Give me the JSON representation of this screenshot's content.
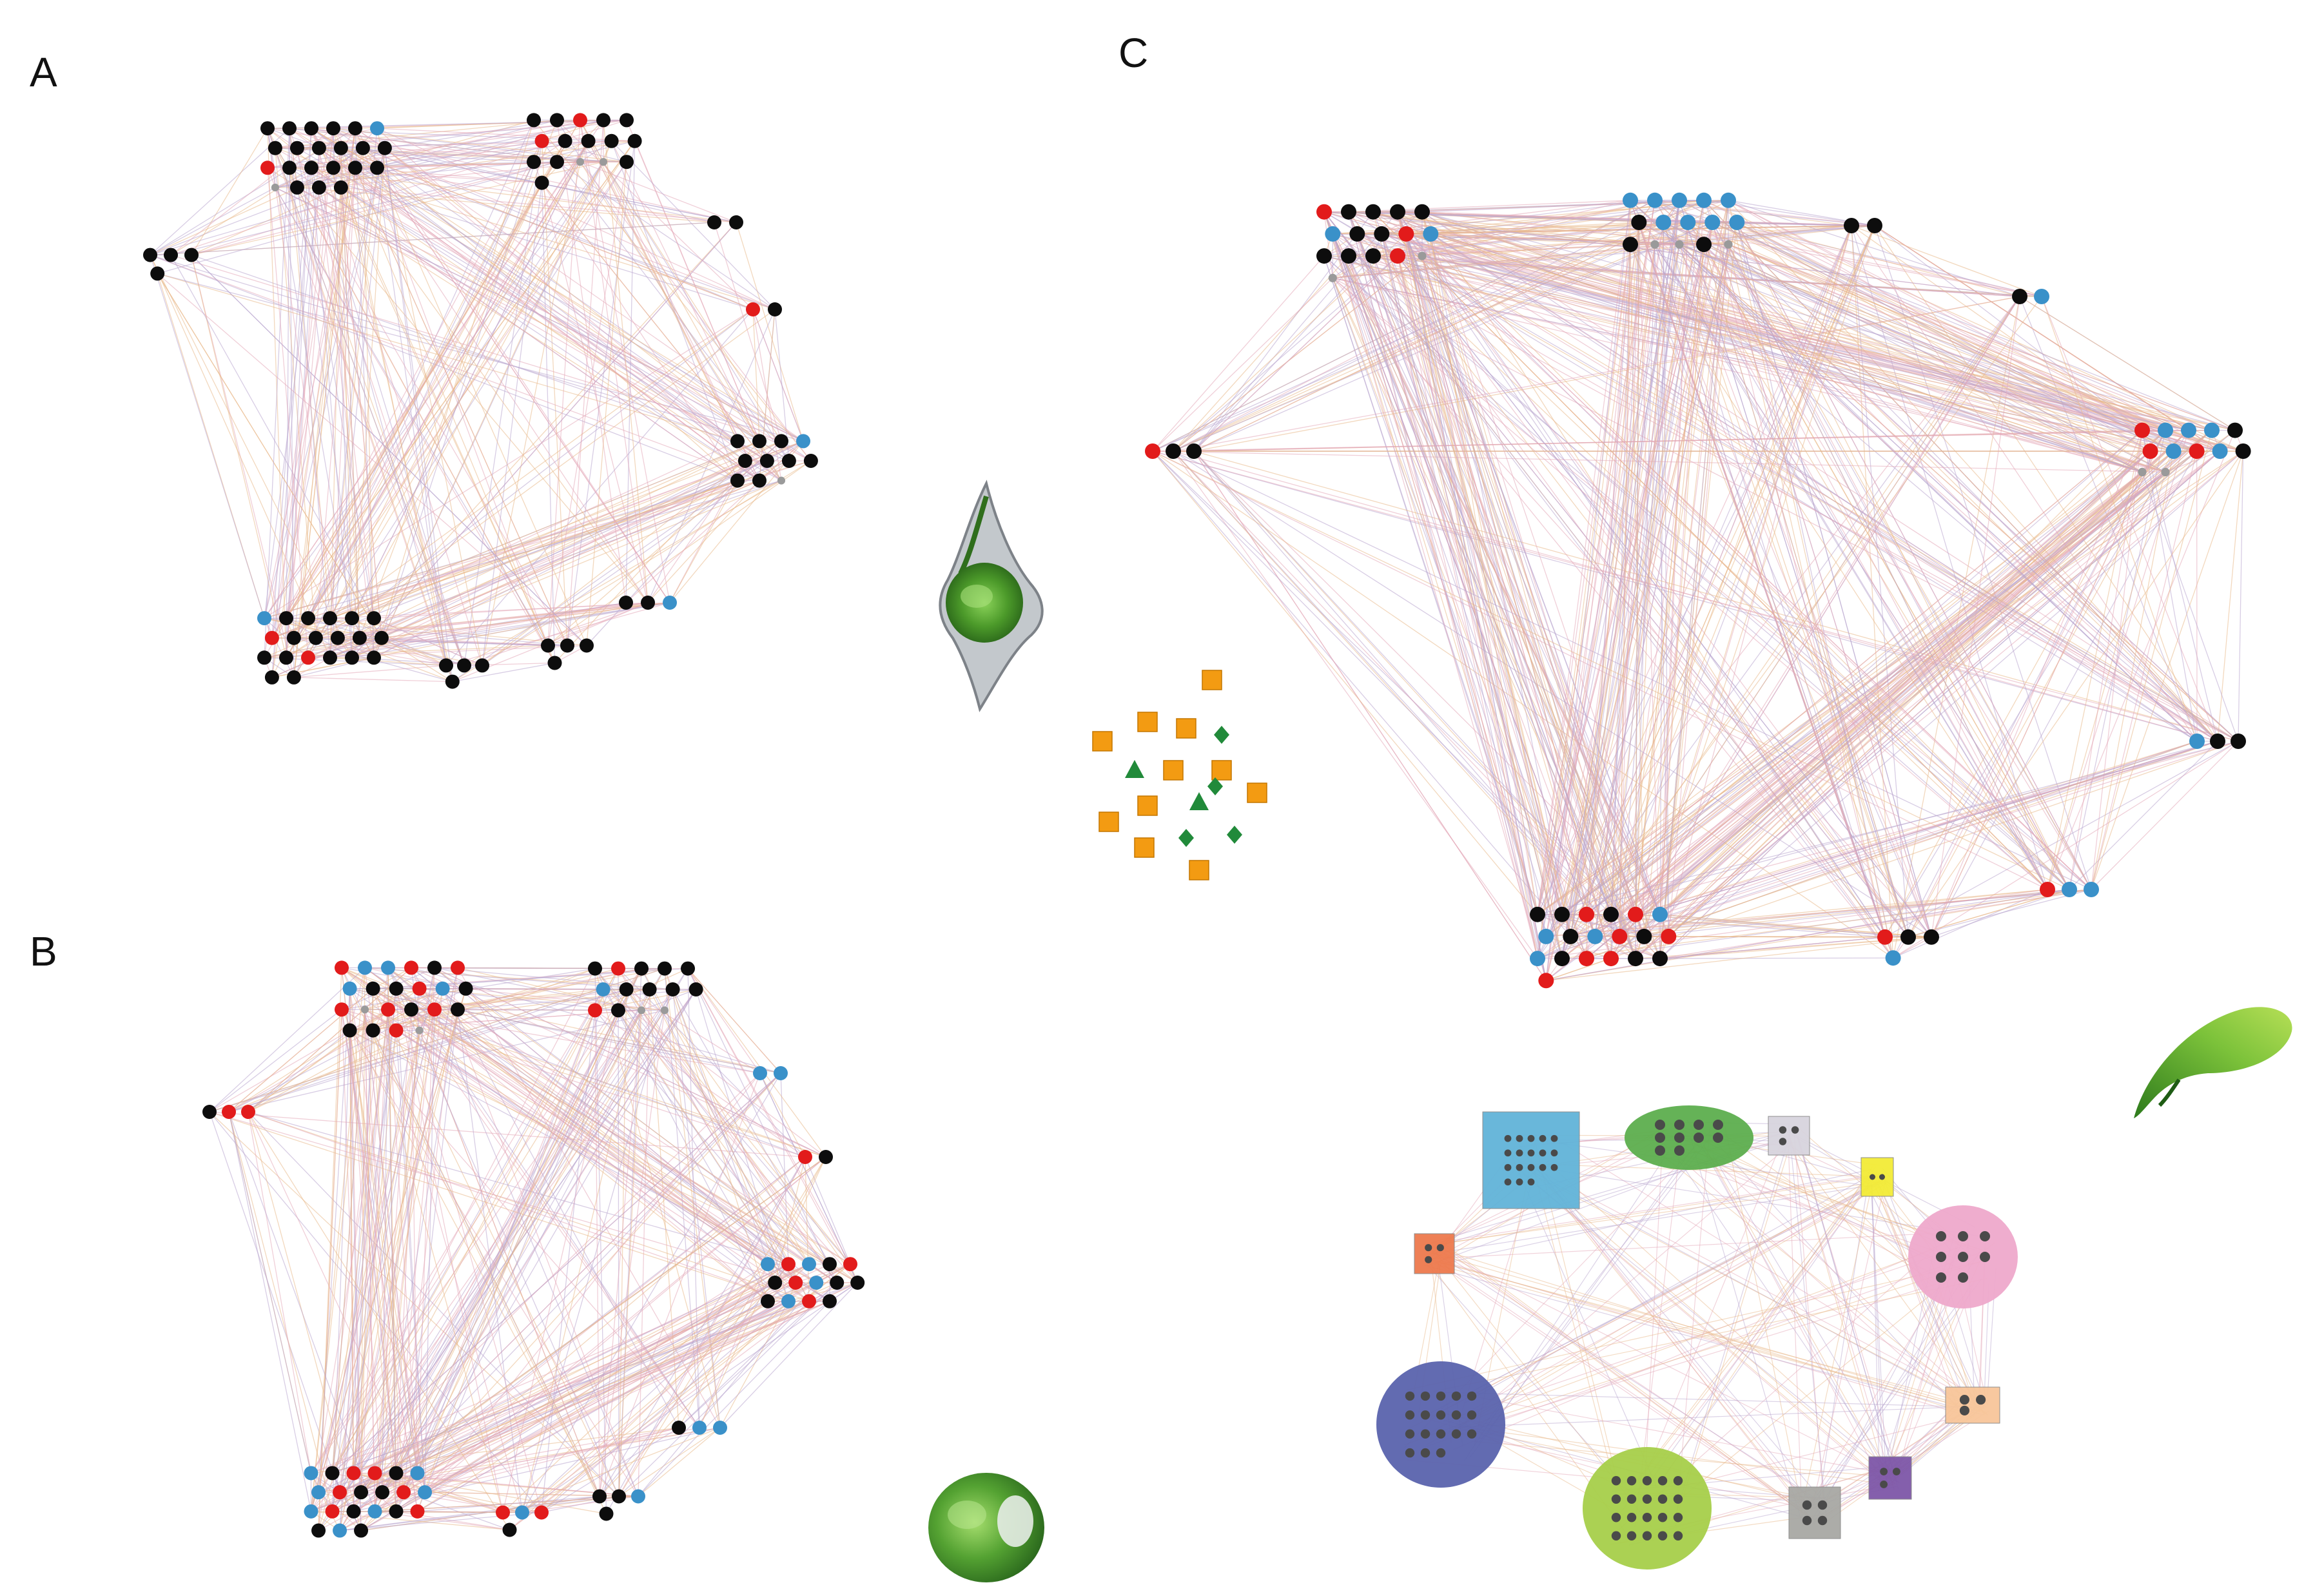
{
  "figure": {
    "panel_labels": [
      "A",
      "B",
      "C"
    ],
    "colors": {
      "black_node": "#0d0d0d",
      "red_node": "#e21b1b",
      "blue_node": "#3a91c9",
      "gray_node": "#9a9a9a",
      "orange_square": "#f39b12",
      "green_marker": "#218a3a",
      "edge_orange": "#e9b98a",
      "edge_purple": "#b9a6cf",
      "edge_pink": "#e4a9b9"
    },
    "node_categories": [
      "black",
      "red",
      "blue",
      "gray",
      "orange-square",
      "green-triangle",
      "green-diamond"
    ],
    "organism_images": [
      "diatom-cell-image",
      "green-alga-cell-image",
      "green-leaf-alga-image"
    ],
    "module_groups": [
      {
        "shape": "square",
        "color": "#62b4d9"
      },
      {
        "shape": "ellipse",
        "color": "#5dae4e"
      },
      {
        "shape": "square",
        "color": "#d8d4de"
      },
      {
        "shape": "square",
        "color": "#f3ec36"
      },
      {
        "shape": "square",
        "color": "#ee7a4d"
      },
      {
        "shape": "circle",
        "color": "#eea9cb"
      },
      {
        "shape": "square",
        "color": "#f8c69a"
      },
      {
        "shape": "circle",
        "color": "#5a63ad"
      },
      {
        "shape": "circle",
        "color": "#a6cf4a"
      },
      {
        "shape": "square",
        "color": "#a8a8a4"
      },
      {
        "shape": "square",
        "color": "#7e57a8"
      }
    ]
  }
}
